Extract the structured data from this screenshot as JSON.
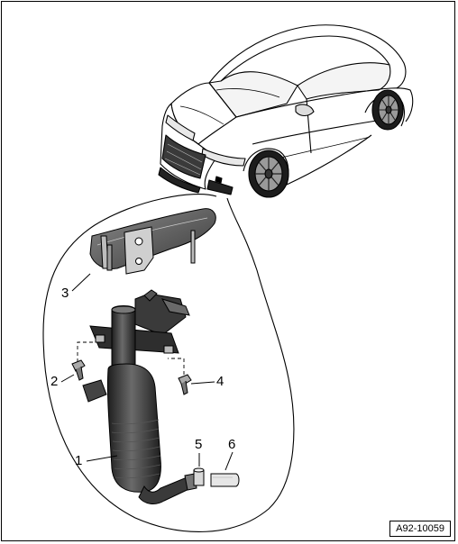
{
  "callouts": {
    "c1": "1",
    "c2": "2",
    "c3": "3",
    "c4": "4",
    "c5": "5",
    "c6": "6"
  },
  "reference_code": "A92-10059",
  "colors": {
    "line": "#000000",
    "part_dark": "#2a2a2a",
    "part_mid": "#5a5a5a",
    "part_light": "#9a9a9a",
    "background": "#ffffff"
  }
}
